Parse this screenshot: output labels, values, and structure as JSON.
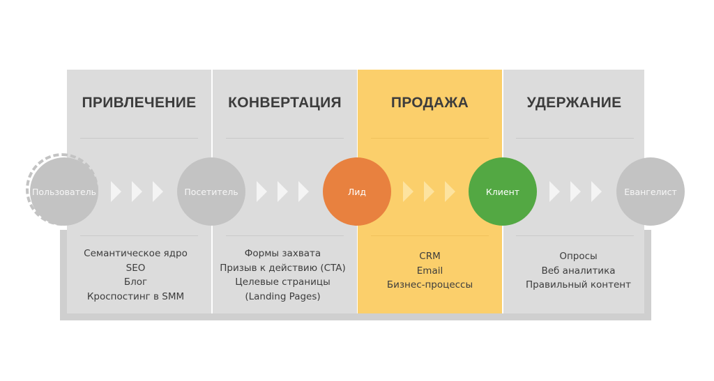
{
  "stages": [
    {
      "title": "ПРИВЛЕЧЕНИЕ",
      "items": [
        "Семантическое ядро",
        "SEO",
        "Блог",
        "Кроспостинг в SMM"
      ]
    },
    {
      "title": "КОНВЕРТАЦИЯ",
      "items": [
        "Формы захвата",
        "Призыв к действию (CTA)",
        "Целевые страницы",
        "(Landing Pages)"
      ]
    },
    {
      "title": "ПРОДАЖА",
      "items": [
        "CRM",
        "Email",
        "Бизнес-процессы"
      ]
    },
    {
      "title": "УДЕРЖАНИЕ",
      "items": [
        "Опросы",
        "Веб аналитика",
        "Правильный контент"
      ]
    }
  ],
  "nodes": [
    {
      "label": "Пользователь",
      "color": "#c3c3c3"
    },
    {
      "label": "Посетитель",
      "color": "#c3c3c3"
    },
    {
      "label": "Лид",
      "color": "#e8813f"
    },
    {
      "label": "Клиент",
      "color": "#53a843"
    },
    {
      "label": "Евангелист",
      "color": "#c3c3c3"
    }
  ],
  "colors": {
    "column": "#dcdcdc",
    "highlight": "#fbcf6b",
    "title": "#3c3c3c"
  }
}
